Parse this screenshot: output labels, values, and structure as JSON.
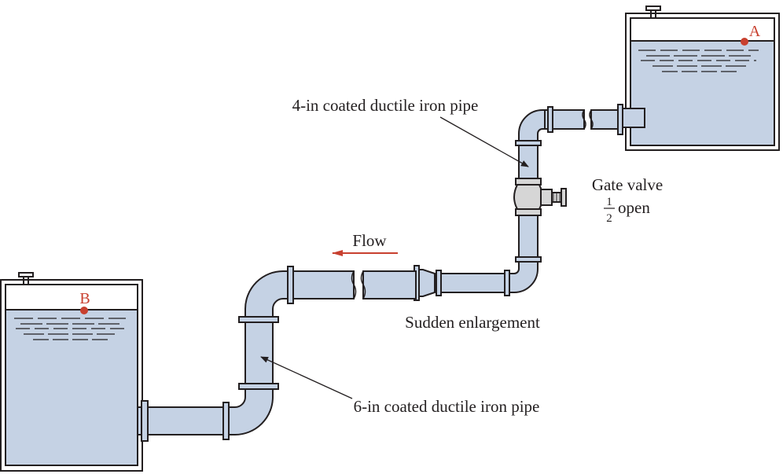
{
  "diagram": {
    "tank_a_label": "A",
    "tank_b_label": "B",
    "pipe_4in_label": "4-in coated ductile iron pipe",
    "pipe_6in_label": "6-in coated ductile iron pipe",
    "valve_label": "Gate valve",
    "valve_fraction_num": "1",
    "valve_fraction_den": "2",
    "valve_open_label": "open",
    "flow_label": "Flow",
    "enlargement_label": "Sudden enlargement",
    "colors": {
      "water": "#c5d2e4",
      "accent_red": "#c8402f",
      "line": "#231f20"
    }
  }
}
